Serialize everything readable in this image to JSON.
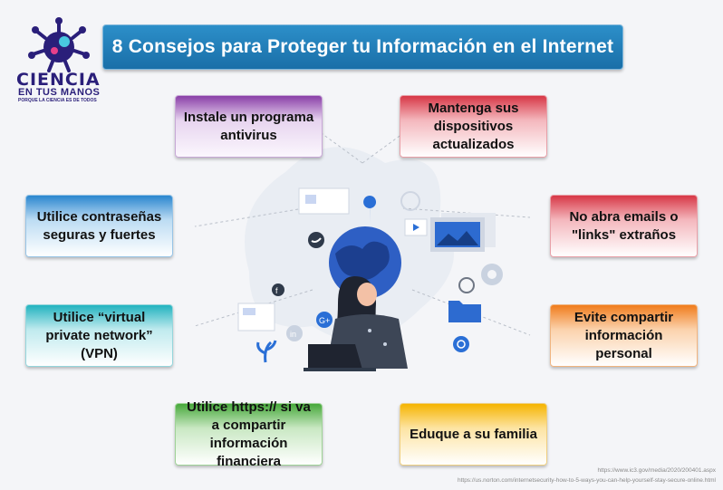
{
  "logo": {
    "line1": "CIENCIA",
    "line2": "EN TUS MANOS",
    "line3": "PORQUE LA CIENCIA ES DE TODOS"
  },
  "title": "8 Consejos para Proteger tu Información en el Internet",
  "tips": {
    "antivirus": "Instale un programa antivirus",
    "devices": "Mantenga sus dispositivos actualizados",
    "passwords": "Utilice contraseñas seguras y fuertes",
    "emails": "No abra emails o \"links\" extraños",
    "vpn": "Utilice “virtual private network” (VPN)",
    "personal": "Evite compartir información personal",
    "https": "Utilice https:// si va a compartir información financiera",
    "family": "Eduque a su familia"
  },
  "sources": [
    "https://www.ic3.gov/media/2020/200401.aspx",
    "https://us.norton.com/internetsecurity-how-to-5-ways-you-can-help-yourself-stay-secure-online.html"
  ],
  "colors": {
    "title": "#1a6fa8",
    "purple": "#8a3fa8",
    "red": "#d73746",
    "blue": "#2a86cf",
    "cyan": "#22b3bf",
    "orange": "#f07c1c",
    "green": "#46a83a",
    "gold": "#f5b400"
  },
  "icons": [
    "virus-logo-icon",
    "globe-icon",
    "location-pin-icon",
    "twitter-icon",
    "facebook-icon",
    "linkedin-icon",
    "google-plus-icon",
    "whatsapp-icon",
    "gear-icon",
    "folder-icon",
    "image-icon",
    "laptop-icon",
    "woman-illustration"
  ]
}
